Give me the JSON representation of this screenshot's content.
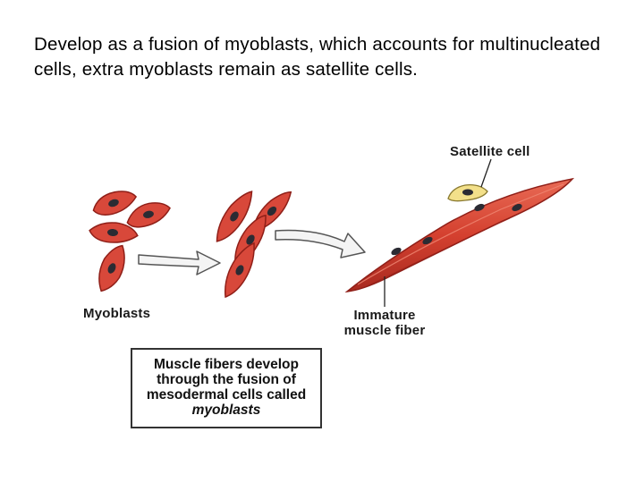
{
  "title": "Develop as a fusion of myoblasts, which accounts for multinucleated cells, extra myoblasts remain as satellite cells.",
  "labels": {
    "satellite": "Satellite cell",
    "myoblasts": "Myoblasts",
    "immature_line1": "Immature",
    "immature_line2": "muscle fiber"
  },
  "caption": {
    "line1": "Muscle fibers develop",
    "line2": "through the fusion of",
    "line3": "mesodermal cells called",
    "line4": "myoblasts"
  },
  "colors": {
    "cell_fill": "#d8483a",
    "cell_edge": "#8f1f18",
    "nucleus": "#2b2b33",
    "satellite_fill": "#f3e08a",
    "arrow_fill": "#f4f4f4"
  }
}
